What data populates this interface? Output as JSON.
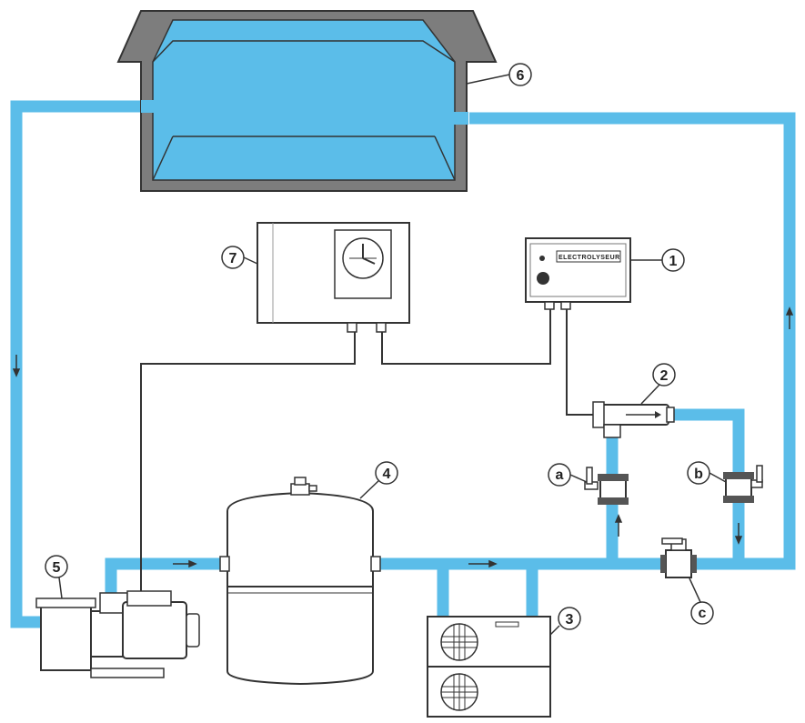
{
  "colors": {
    "water": "#5bbde9",
    "outline": "#333333",
    "concrete": "#7d7d7d",
    "equipment_fill": "#ffffff"
  },
  "device_1": {
    "number": "1",
    "panel_label": "ELECTROLYSEUR"
  },
  "device_2": {
    "number": "2"
  },
  "device_3": {
    "number": "3"
  },
  "device_4": {
    "number": "4"
  },
  "device_5": {
    "number": "5"
  },
  "device_6": {
    "number": "6"
  },
  "device_7": {
    "number": "7"
  },
  "valve_a": {
    "letter": "a"
  },
  "valve_b": {
    "letter": "b"
  },
  "valve_c": {
    "letter": "c"
  },
  "flow_arrows": [
    "down-left-pipe",
    "right-after-pump",
    "right-after-filter",
    "up-bypass-a",
    "down-bypass-b",
    "up-right-pipe"
  ]
}
